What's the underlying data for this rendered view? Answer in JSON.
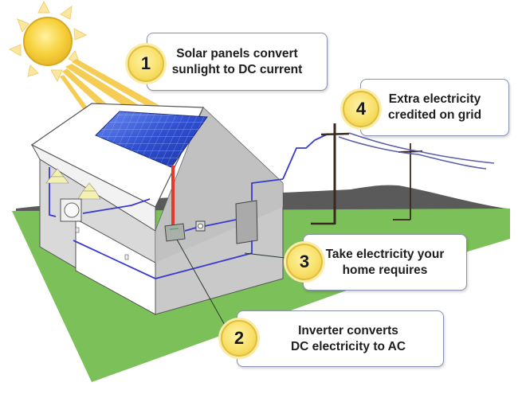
{
  "diagram": {
    "title": "Solar power system",
    "steps": [
      {
        "number": "1",
        "text": "Solar panels convert\nsunlight to DC current"
      },
      {
        "number": "2",
        "text": "Inverter converts\nDC electricity to AC"
      },
      {
        "number": "3",
        "text": "Take electricity your\nhome requires"
      },
      {
        "number": "4",
        "text": "Extra electricity\ncredited on grid"
      }
    ],
    "components": [
      "sun",
      "solar-panel",
      "house",
      "inverter",
      "meter",
      "breaker-panel",
      "utility-poles",
      "power-lines",
      "hill",
      "lawn",
      "lamps",
      "washing-machine"
    ],
    "colors": {
      "sun": "#f7d23e",
      "sun_rays": "#f5c842",
      "solar_panel": "#2f4fd0",
      "lawn": "#7cc05a",
      "hill": "#5a5a5a",
      "house_wall": "#c8c8c8",
      "house_roof": "#ffffff",
      "dc_wire": "#e53a2a",
      "ac_wire": "#3a3ad0",
      "pole": "#3a2a1e",
      "badge": "#f8e06a",
      "callout_border": "#8a90b0"
    }
  }
}
